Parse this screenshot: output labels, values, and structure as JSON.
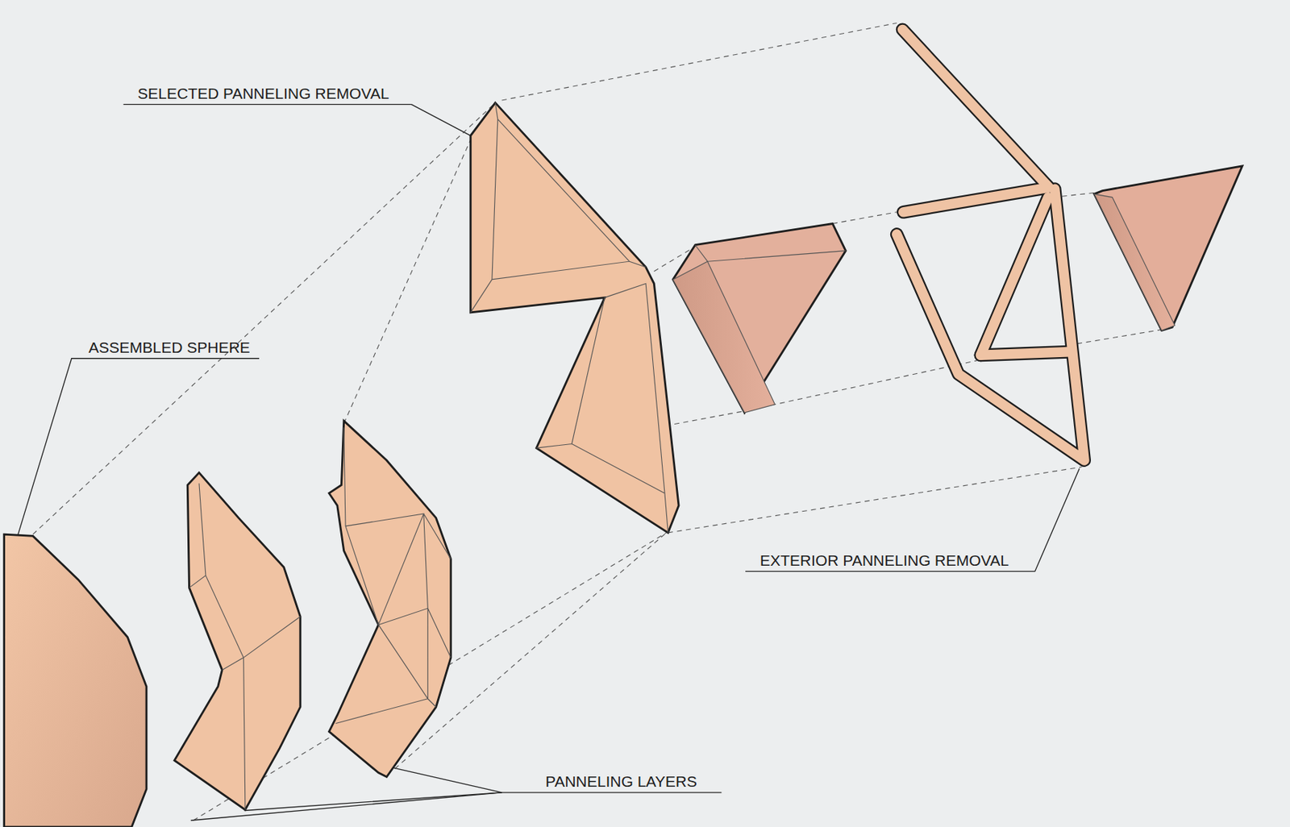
{
  "diagram": {
    "labels": [
      "SELECTED PANNELING REMOVAL",
      "ASSEMBLED SPHERE",
      "EXTERIOR PANNELING REMOVAL",
      "PANNELING LAYERS"
    ]
  }
}
